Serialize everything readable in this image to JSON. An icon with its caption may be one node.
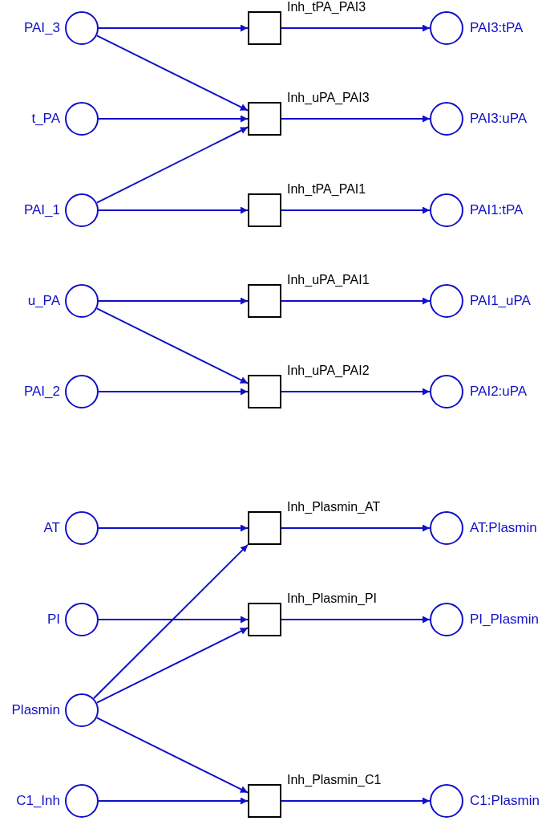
{
  "diagram": {
    "nodes": [
      {
        "text": [
          "PAI_3"
        ]
      },
      {
        "text": [
          "Inh_tPA_PAI3"
        ]
      },
      {
        "text": [
          "PAI3:tPA"
        ]
      },
      {
        "text": [
          "t_PA"
        ]
      },
      {
        "text": [
          "Inh_uPA_PAI3"
        ]
      },
      {
        "text": [
          "PAI3:uPA"
        ]
      },
      {
        "text": [
          "PAI_1"
        ]
      },
      {
        "text": [
          "Inh_tPA_PAI1"
        ]
      },
      {
        "text": [
          "PAI1:tPA"
        ]
      },
      {
        "text": [
          "u_PA"
        ]
      },
      {
        "text": [
          "Inh_uPA_PAI1"
        ]
      },
      {
        "text": [
          "PAI1_uPA"
        ]
      },
      {
        "text": [
          "PAI_2"
        ]
      },
      {
        "text": [
          "Inh_uPA_PAI2"
        ]
      },
      {
        "text": [
          "PAI2:uPA"
        ]
      },
      {
        "text": [
          "AT"
        ]
      },
      {
        "text": [
          "Inh_Plasmin_AT"
        ]
      },
      {
        "text": [
          "AT:Plasmin"
        ]
      },
      {
        "text": [
          "PI"
        ]
      },
      {
        "text": [
          "Inh_Plasmin_PI"
        ]
      },
      {
        "text": [
          "PI_Plasmin"
        ]
      },
      {
        "text": [
          "Plasmin"
        ]
      },
      {
        "text": [
          "C1_Inh"
        ]
      },
      {
        "text": [
          "Inh_Plasmin_C1"
        ]
      },
      {
        "text": [
          "C1:Plasmin"
        ]
      }
    ],
    "edges": [
      {
        "from": 0,
        "to": 1,
        "arrow": "to"
      },
      {
        "from": 1,
        "to": 2,
        "arrow": "to"
      },
      {
        "from": 0,
        "to": 4,
        "arrow": "to"
      },
      {
        "from": 3,
        "to": 4,
        "arrow": "to"
      },
      {
        "from": 6,
        "to": 4,
        "arrow": "to"
      },
      {
        "from": 4,
        "to": 5,
        "arrow": "to"
      },
      {
        "from": 6,
        "to": 7,
        "arrow": "to"
      },
      {
        "from": 7,
        "to": 8,
        "arrow": "to"
      },
      {
        "from": 9,
        "to": 10,
        "arrow": "to"
      },
      {
        "from": 10,
        "to": 11,
        "arrow": "to"
      },
      {
        "from": 9,
        "to": 13,
        "arrow": "to"
      },
      {
        "from": 12,
        "to": 13,
        "arrow": "to"
      },
      {
        "from": 13,
        "to": 14,
        "arrow": "to"
      },
      {
        "from": 15,
        "to": 16,
        "arrow": "to"
      },
      {
        "from": 16,
        "to": 17,
        "arrow": "to"
      },
      {
        "from": 18,
        "to": 19,
        "arrow": "to"
      },
      {
        "from": 19,
        "to": 20,
        "arrow": "to"
      },
      {
        "from": 21,
        "to": 16,
        "arrow": "to"
      },
      {
        "from": 21,
        "to": 19,
        "arrow": "to"
      },
      {
        "from": 21,
        "to": 23,
        "arrow": "to"
      },
      {
        "from": 22,
        "to": 23,
        "arrow": "to"
      },
      {
        "from": 23,
        "to": 24,
        "arrow": "to"
      }
    ]
  }
}
